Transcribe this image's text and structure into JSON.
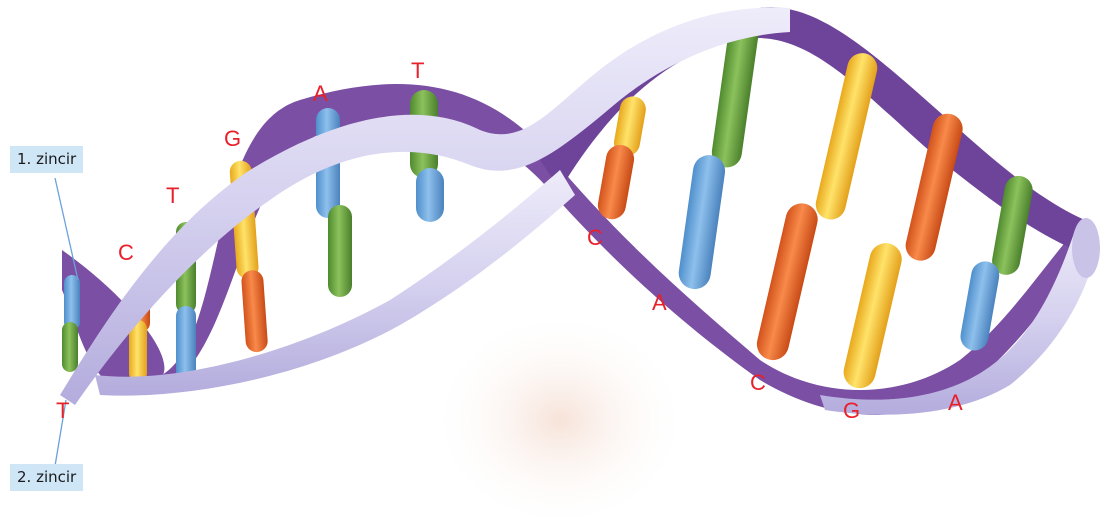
{
  "labels": {
    "strand_1": "1. zincir",
    "strand_2": "2. zincir"
  },
  "bases": [
    "T",
    "C",
    "T",
    "G",
    "A",
    "T",
    "C",
    "A",
    "C",
    "G",
    "A"
  ],
  "colors": {
    "back_strand": "#7b4fa3",
    "front_strand": "#d9d5f1",
    "base_letter": "#e8202a",
    "label_box": "#cfe6f7",
    "adenine": "#6aa3db",
    "thymine": "#6fa444",
    "guanine": "#f4c534",
    "cytosine": "#ec6a2a"
  }
}
